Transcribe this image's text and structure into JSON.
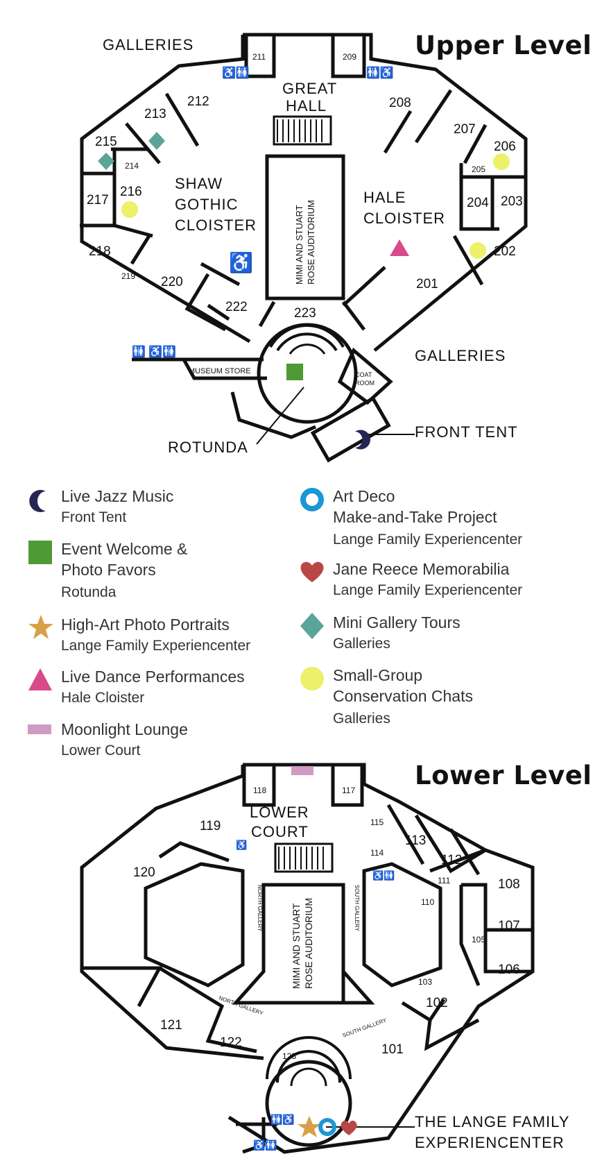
{
  "upper": {
    "title": "Upper Level",
    "galleries_top": "GALLERIES",
    "galleries_right": "GALLERIES",
    "great_hall": [
      "GREAT",
      "HALL"
    ],
    "shaw": [
      "SHAW",
      "GOTHIC",
      "CLOISTER"
    ],
    "hale": [
      "HALE",
      "CLOISTER"
    ],
    "auditorium": [
      "MIMI AND STUART",
      "ROSE AUDITORIUM"
    ],
    "museum_store": "MUSEUM STORE",
    "coat_room": [
      "COAT",
      "ROOM"
    ],
    "rotunda": "ROTUNDA",
    "front_tent": "FRONT TENT",
    "rooms": {
      "r211": "211",
      "r209": "209",
      "r212": "212",
      "r213": "213",
      "r215": "215",
      "r214": "214",
      "r216": "216",
      "r217": "217",
      "r218": "218",
      "r219": "219",
      "r220": "220",
      "r222": "222",
      "r223": "223",
      "r208": "208",
      "r207": "207",
      "r206": "206",
      "r205": "205",
      "r204": "204",
      "r203": "203",
      "r202": "202",
      "r201": "201"
    }
  },
  "legend": [
    {
      "icon": "moon-icon",
      "line1": "Live Jazz Music",
      "line2": "Front Tent"
    },
    {
      "icon": "square-icon",
      "line1": "Event Welcome &",
      "line2": "Photo Favors",
      "line3": "Rotunda"
    },
    {
      "icon": "star-icon",
      "line1": "High-Art Photo Portraits",
      "line2": "Lange Family Experiencenter"
    },
    {
      "icon": "triangle-icon",
      "line1": "Live Dance Performances",
      "line2": "Hale Cloister"
    },
    {
      "icon": "bar-icon",
      "line1": "Moonlight Lounge",
      "line2": "Lower Court"
    },
    {
      "icon": "ring-icon",
      "line1": "Art Deco",
      "line2": "Make-and-Take Project",
      "line3": "Lange Family Experiencenter"
    },
    {
      "icon": "heart-icon",
      "line1": "Jane Reece Memorabilia",
      "line2": "Lange Family Experiencenter"
    },
    {
      "icon": "diamond-icon",
      "line1": "Mini Gallery Tours",
      "line2": "Galleries"
    },
    {
      "icon": "circle-icon",
      "line1": "Small-Group",
      "line2": "Conservation Chats",
      "line3": "Galleries"
    }
  ],
  "lower": {
    "title": "Lower Level",
    "lower_court": [
      "LOWER",
      "COURT"
    ],
    "auditorium": [
      "MIMI AND STUART",
      "ROSE AUDITORIUM"
    ],
    "north_gallery": "NORTH GALLERY",
    "south_gallery": "SOUTH GALLERY",
    "experiencenter": [
      "THE LANGE FAMILY",
      "EXPERIENCENTER"
    ],
    "rooms": {
      "r118": "118",
      "r117": "117",
      "r119": "119",
      "r115": "115",
      "r114": "114",
      "r113": "113",
      "r112": "112",
      "r111": "111",
      "r110": "110",
      "r108": "108",
      "r107": "107",
      "r106": "106",
      "r105": "105",
      "r120": "120",
      "r121": "121",
      "r122": "122",
      "r123": "123",
      "r103": "103",
      "r102": "102",
      "r101": "101"
    }
  },
  "colors": {
    "moon": "#262654",
    "square": "#4e9a34",
    "star": "#d8a046",
    "triangle": "#d84a8a",
    "bar": "#cf9ac4",
    "ring": "#1a98d5",
    "heart": "#b84745",
    "diamond": "#5ba49a",
    "circle": "#ecf06a"
  }
}
